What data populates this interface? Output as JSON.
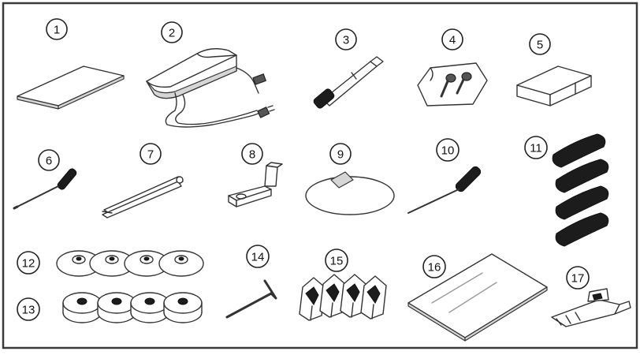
{
  "callouts": [
    "1",
    "2",
    "3",
    "4",
    "5",
    "6",
    "7",
    "8",
    "9",
    "10",
    "11",
    "12",
    "13",
    "14",
    "15",
    "16",
    "17"
  ],
  "colors": {
    "line": "#333333",
    "frame": "#3a3a3a",
    "background": "#ffffff"
  }
}
